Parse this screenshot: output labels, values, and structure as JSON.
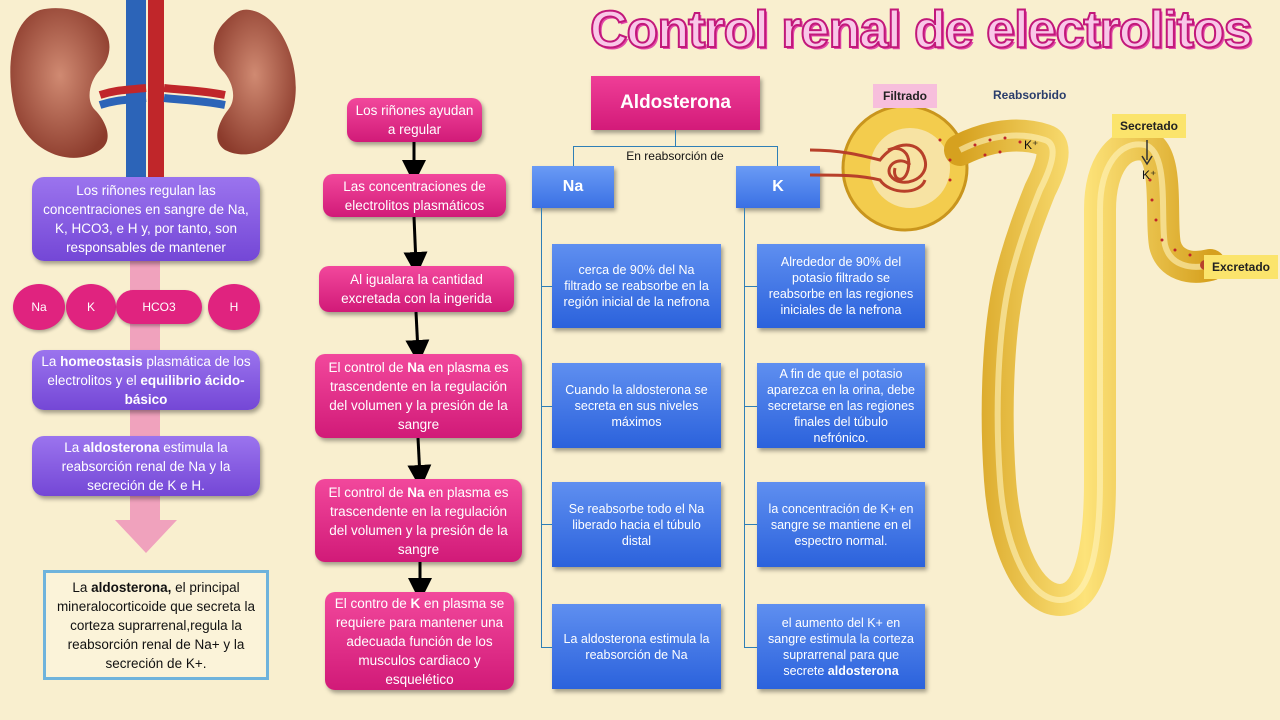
{
  "title": "Control renal de electrolitos",
  "left": {
    "intro": "Los riñones regulan las concentraciones en sangre de Na, K, HCO3, e H y, por tanto, son responsables de mantener",
    "ions": [
      "Na",
      "K",
      "HCO3",
      "H"
    ],
    "homeo_pre": "La ",
    "homeo_b1": "homeostasis",
    "homeo_mid": " plasmática de los electrolitos y el ",
    "homeo_b2": "equilibrio ácido-básico",
    "aldo_pre": "La ",
    "aldo_b": "aldosterona",
    "aldo_post": " estimula la reabsorción renal de Na y la secreción de K e H.",
    "note_pre": "La ",
    "note_b": "aldosterona,",
    "note_post": " el principal mineralocorticoide que secreta la corteza suprarrenal,regula la reabsorción renal de Na+ y la secreción de K+."
  },
  "flow": {
    "step1": "Los riñones ayudan a regular",
    "step2": "Las concentraciones de electrolitos plasmáticos",
    "step3": "Al igualara la cantidad excretada con la ingerida",
    "step4_pre": "El control de ",
    "step4_b": "Na",
    "step4_post": " en plasma es trascendente en la regulación del volumen y la presión de la sangre",
    "step5_pre": "El control de ",
    "step5_b": "Na",
    "step5_post": " en plasma es trascendente en la regulación del volumen y la presión de la sangre",
    "step6_pre": "El contro de ",
    "step6_b": "K",
    "step6_post": " en plasma se requiere para mantener una adecuada función de los musculos cardiaco y esquelético"
  },
  "tree": {
    "root": "Aldosterona",
    "connector": "En reabsorción de",
    "na": {
      "label": "Na",
      "items": [
        "cerca de 90% del Na filtrado se reabsorbe en la región inicial de la nefrona",
        "Cuando la aldosterona se secreta en sus niveles máximos",
        "Se reabsorbe todo el Na liberado hacia el túbulo distal",
        "La aldosterona estimula la reabsorción de Na"
      ]
    },
    "k": {
      "label": "K",
      "items": [
        "Alrededor de 90% del potasio filtrado se reabsorbe en las regiones iniciales de la nefrona",
        "A fin de que el potasio aparezca en la orina, debe secretarse en las regiones finales del túbulo nefrónico.",
        "la concentración de K+ en sangre se mantiene en el espectro normal."
      ],
      "last_pre": "el aumento del K+ en sangre estimula la corteza suprarrenal para que secrete ",
      "last_b": "aldosterona"
    }
  },
  "nephron": {
    "filtrado": "Filtrado",
    "reabsorbido": "Reabsorbido",
    "secretado": "Secretado",
    "excretado": "Excretado",
    "k1": "K⁺",
    "k2": "K⁺"
  },
  "colors": {
    "pink": "#e0237f",
    "purple": "#7a4ede",
    "blue": "#3a70e4",
    "nephron_yellow": "#f2c53a"
  }
}
